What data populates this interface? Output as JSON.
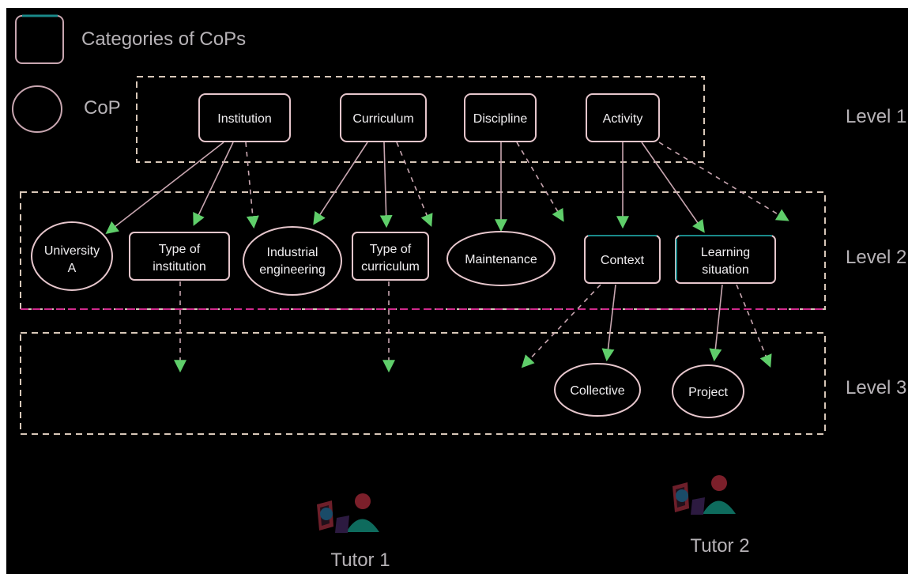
{
  "legend": {
    "category_label": "Categories of CoPs",
    "cop_label": "CoP"
  },
  "levels": {
    "level1": "Level 1",
    "level2": "Level 2",
    "level3": "Level 3"
  },
  "nodes": {
    "institution": "Institution",
    "curriculum": "Curriculum",
    "discipline": "Discipline",
    "activity": "Activity",
    "university_a_l1": "University",
    "university_a_l2": "A",
    "type_institution_l1": "Type of",
    "type_institution_l2": "institution",
    "industrial_l1": "Industrial",
    "industrial_l2": "engineering",
    "type_curriculum_l1": "Type of",
    "type_curriculum_l2": "curriculum",
    "maintenance": "Maintenance",
    "context": "Context",
    "learning_l1": "Learning",
    "learning_l2": "situation",
    "collective": "Collective",
    "project": "Project"
  },
  "tutors": {
    "tutor1": "Tutor 1",
    "tutor2": "Tutor 2"
  },
  "colors": {
    "background": "#000000",
    "node_text": "#f0eef0",
    "node_border": "#e6c6cc",
    "category_accent": "#1a8a8a",
    "arrow": "#5fce6a",
    "pink_stroke": "#c8a6b0",
    "level_box": "#d8c7b8",
    "magenta_line": "#cf2a8c",
    "level_text": "#b7b3b7"
  }
}
